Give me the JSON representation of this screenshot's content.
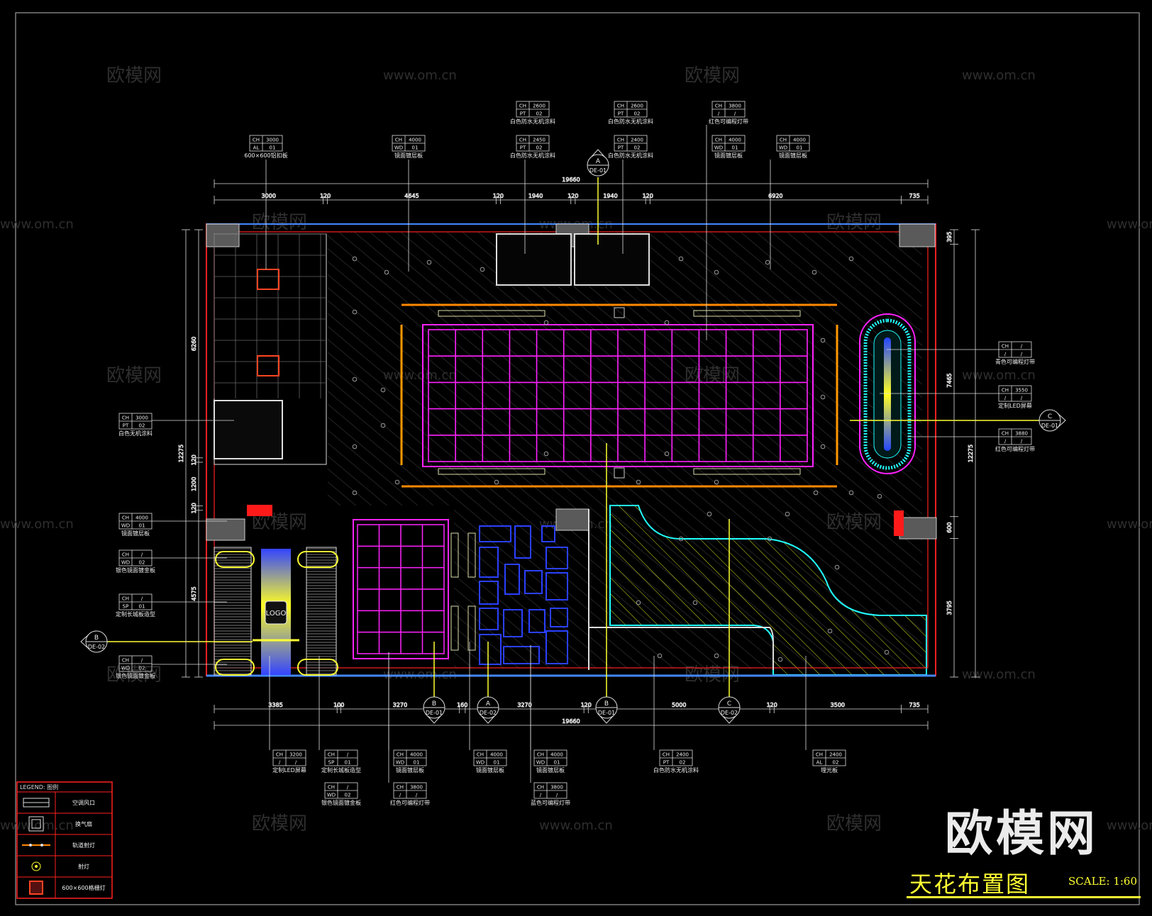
{
  "title": "天花布置图",
  "scale": "SCALE: 1:60",
  "watermark_big": "欧模网",
  "watermarks": [
    "欧模网",
    "www.om.cn"
  ],
  "top_dims": {
    "total": "19660",
    "segments": [
      "3000",
      "120",
      "4645",
      "120",
      "1940",
      "120",
      "1940",
      "120",
      "6920",
      "735"
    ]
  },
  "bottom_dims": {
    "total": "19660",
    "segments": [
      "3385",
      "100",
      "3270",
      "160",
      "3270",
      "120",
      "5000",
      "120",
      "3500",
      "735"
    ]
  },
  "left_dims": [
    "6260",
    "12275",
    "120",
    "1200",
    "120",
    "4575"
  ],
  "right_dims": [
    "395",
    "7465",
    "12275",
    "600",
    "3795"
  ],
  "logo": "LOGO",
  "section_marks": [
    {
      "letter": "A",
      "ref": "DE-01"
    },
    {
      "letter": "B",
      "ref": "DE-02"
    },
    {
      "letter": "C",
      "ref": "DE-01"
    },
    {
      "letter": "B",
      "ref": "DE-01"
    },
    {
      "letter": "A",
      "ref": "DE-02"
    },
    {
      "letter": "B",
      "ref": "DE-01"
    },
    {
      "letter": "C",
      "ref": "DE-02"
    }
  ],
  "tags_top": [
    {
      "r1": [
        "CH",
        "3000"
      ],
      "r2": [
        "AL",
        "01"
      ],
      "label": "600×600铝扣板"
    },
    {
      "r1": [
        "CH",
        "4000"
      ],
      "r2": [
        "WD",
        "01"
      ],
      "label": "镜面镀层板"
    },
    {
      "r1": [
        "CH",
        "2600"
      ],
      "r2": [
        "PT",
        "02"
      ],
      "label": "白色防水无机涂料"
    },
    {
      "r1": [
        "CH",
        "2450"
      ],
      "r2": [
        "PT",
        "02"
      ],
      "label": "白色防水无机涂料"
    },
    {
      "r1": [
        "CH",
        "2600"
      ],
      "r2": [
        "PT",
        "02"
      ],
      "label": "白色防水无机涂料"
    },
    {
      "r1": [
        "CH",
        "2400"
      ],
      "r2": [
        "PT",
        "02"
      ],
      "label": "白色防水无机涂料"
    },
    {
      "r1": [
        "CH",
        "3800"
      ],
      "r2": [
        "/",
        "/"
      ],
      "label": "红色可编程灯带"
    },
    {
      "r1": [
        "CH",
        "4000"
      ],
      "r2": [
        "WD",
        "01"
      ],
      "label": "镜面镀层板"
    },
    {
      "r1": [
        "CH",
        "4000"
      ],
      "r2": [
        "WD",
        "01"
      ],
      "label": "镜面镀层板"
    }
  ],
  "tags_left": [
    {
      "r1": [
        "CH",
        "3000"
      ],
      "r2": [
        "PT",
        "02"
      ],
      "label": "白色无机涂料"
    },
    {
      "r1": [
        "CH",
        "4000"
      ],
      "r2": [
        "WD",
        "01"
      ],
      "label": "镜面镀层板"
    },
    {
      "r1": [
        "CH",
        "/"
      ],
      "r2": [
        "WD",
        "02"
      ],
      "label": "银色镜面镀金板"
    },
    {
      "r1": [
        "CH",
        "/"
      ],
      "r2": [
        "SP",
        "01"
      ],
      "label": "定制长城板造型"
    },
    {
      "r1": [
        "CH",
        "/"
      ],
      "r2": [
        "WD",
        "02"
      ],
      "label": "银色镜面镀金板"
    }
  ],
  "tags_right": [
    {
      "r1": [
        "CH",
        "/"
      ],
      "r2": [
        "/",
        "/"
      ],
      "label": "青色可编程灯带"
    },
    {
      "r1": [
        "CH",
        "3550"
      ],
      "r2": [
        "/",
        "/"
      ],
      "label": "定制LED屏幕"
    },
    {
      "r1": [
        "CH",
        "3880"
      ],
      "r2": [
        "/",
        "/"
      ],
      "label": "红色可编程灯带"
    }
  ],
  "tags_bottom": [
    {
      "r1": [
        "CH",
        "3200"
      ],
      "r2": [
        "/",
        "/"
      ],
      "label": "定制LED屏幕"
    },
    {
      "r1": [
        "CH",
        "/"
      ],
      "r2": [
        "SP",
        "01"
      ],
      "label": "定制长城板造型"
    },
    {
      "r1": [
        "CH",
        "/"
      ],
      "r2": [
        "WD",
        "02"
      ],
      "label": "银色镜面镀金板"
    },
    {
      "r1": [
        "CH",
        "4000"
      ],
      "r2": [
        "WD",
        "01"
      ],
      "label": "镜面镀层板"
    },
    {
      "r1": [
        "CH",
        "3800"
      ],
      "r2": [
        "/",
        "/"
      ],
      "label": "红色可编程灯带"
    },
    {
      "r1": [
        "CH",
        "4000"
      ],
      "r2": [
        "WD",
        "01"
      ],
      "label": "镜面镀层板"
    },
    {
      "r1": [
        "CH",
        "4000"
      ],
      "r2": [
        "WD",
        "01"
      ],
      "label": "镜面镀层板"
    },
    {
      "r1": [
        "CH",
        "3800"
      ],
      "r2": [
        "/",
        "/"
      ],
      "label": "蓝色可编程灯带"
    },
    {
      "r1": [
        "CH",
        "2400"
      ],
      "r2": [
        "PT",
        "02"
      ],
      "label": "白色防水无机涂料"
    },
    {
      "r1": [
        "CH",
        "2400"
      ],
      "r2": [
        "AL",
        "02"
      ],
      "label": "埋光板"
    }
  ],
  "legend": {
    "title": "LEGEND: 图例",
    "items": [
      {
        "icon": "air-vent-icon",
        "label": "空调风口"
      },
      {
        "icon": "exhaust-fan-icon",
        "label": "换气扇"
      },
      {
        "icon": "track-spotlight-icon",
        "label": "轨道射灯"
      },
      {
        "icon": "downlight-icon",
        "label": "射灯"
      },
      {
        "icon": "panel-light-icon",
        "label": "600×600格栅灯"
      }
    ]
  },
  "colors": {
    "wall": "#ff2020",
    "magenta_grid": "#ff22ff",
    "yellow": "#ffff33",
    "cyan": "#22ffff",
    "blue": "#2244ff",
    "white_line": "#e0e0e0",
    "orange": "#ff8800"
  }
}
